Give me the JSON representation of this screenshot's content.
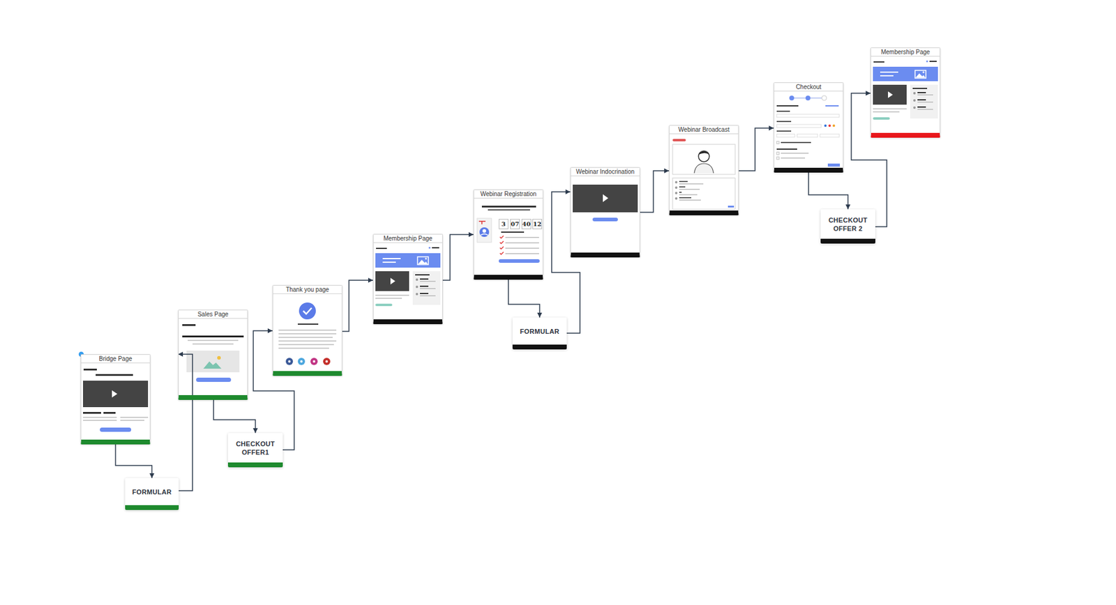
{
  "diagram": {
    "nodes": [
      {
        "text": [
          "Bridge Page"
        ]
      },
      {
        "text": [
          "FORMULAR"
        ]
      },
      {
        "text": [
          "Sales Page"
        ]
      },
      {
        "text": [
          "CHECKOUT OFFER1"
        ]
      },
      {
        "text": [
          "Thank you page"
        ]
      },
      {
        "text": [
          "Membership Page"
        ]
      },
      {
        "text": [
          "Webinar Registration"
        ]
      },
      {
        "text": [
          "FORMULAR"
        ]
      },
      {
        "text": [
          "Webinar Indocrination"
        ]
      },
      {
        "text": [
          "Webinar Broadcast"
        ]
      },
      {
        "text": [
          "Checkout"
        ]
      },
      {
        "text": [
          "CHECKOUT OFFER 2"
        ]
      },
      {
        "text": [
          "Membership Page"
        ]
      }
    ],
    "edges": [
      {
        "from": 0,
        "to": 1,
        "arrow": "to"
      },
      {
        "from": 1,
        "to": 2,
        "arrow": "to"
      },
      {
        "from": 2,
        "to": 3,
        "arrow": "to"
      },
      {
        "from": 3,
        "to": 4,
        "arrow": "to"
      },
      {
        "from": 4,
        "to": 5,
        "arrow": "to"
      },
      {
        "from": 5,
        "to": 6,
        "arrow": "to"
      },
      {
        "from": 6,
        "to": 7,
        "arrow": "to"
      },
      {
        "from": 7,
        "to": 8,
        "arrow": "to"
      },
      {
        "from": 8,
        "to": 9,
        "arrow": "to"
      },
      {
        "from": 9,
        "to": 10,
        "arrow": "to"
      },
      {
        "from": 10,
        "to": 11,
        "arrow": "to"
      },
      {
        "from": 11,
        "to": 12,
        "arrow": "to"
      }
    ],
    "labels": [
      "3",
      "07",
      "40",
      "12"
    ]
  }
}
